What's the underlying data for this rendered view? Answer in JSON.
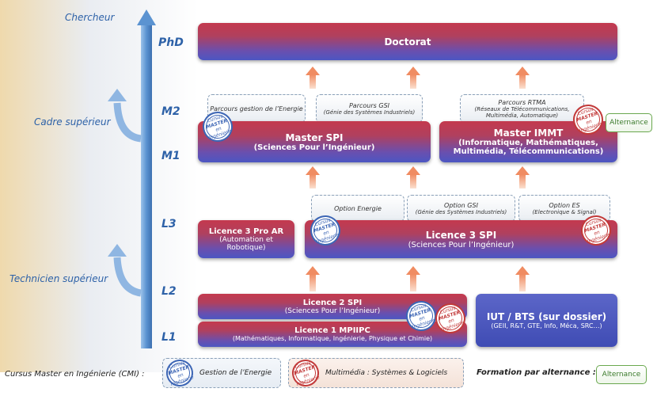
{
  "axis_labels": {
    "chercheur": "Chercheur",
    "cadre": "Cadre supérieur",
    "technicien": "Technicien supérieur"
  },
  "levels": [
    "PhD",
    "M2",
    "M1",
    "L3",
    "L2",
    "L1"
  ],
  "boxes": {
    "doctorat": "Doctorat",
    "master_spi_title": "Master SPI",
    "master_spi_sub": "(Sciences Pour l’Ingénieur)",
    "master_immt_title": "Master IMMT",
    "master_immt_sub1": "(Informatique, Mathématiques,",
    "master_immt_sub2": "Multimédia, Télécommunications)",
    "licence3pro_title": "Licence 3 Pro AR",
    "licence3pro_sub1": "(Automation et",
    "licence3pro_sub2": "Robotique)",
    "licence3spi_title": "Licence 3 SPI",
    "licence3spi_sub": "(Sciences Pour l’Ingénieur)",
    "licence2_title": "Licence 2 SPI",
    "licence2_sub": "(Sciences Pour l’Ingénieur)",
    "licence1_title": "Licence 1 MPIIPC",
    "licence1_sub": "(Mathématiques, Informatique, Ingénierie, Physique et Chimie)",
    "iut_title": "IUT / BTS (sur dossier)",
    "iut_sub": "(GEII, R&T, GTE, Info, Méca, SRC…)"
  },
  "options": {
    "parcours_energie": "Parcours gestion de l’Energie",
    "parcours_gsi_title": "Parcours GSI",
    "parcours_gsi_sub": "(Génie des Systèmes Industriels)",
    "parcours_rtma_title": "Parcours RTMA",
    "parcours_rtma_sub1": "(Réseaux de Télécommunications,",
    "parcours_rtma_sub2": "Multimédia, Automatique)",
    "option_energie": "Option Energie",
    "option_gsi_title": "Option GSI",
    "option_gsi_sub": "(Génie des Systèmes Industriels)",
    "option_es_title": "Option ES",
    "option_es_sub": "(Electronique & Signal)"
  },
  "stamp": {
    "line1": "Cursus",
    "line2": "MASTER",
    "line3": "en",
    "line4": "Ingénierie"
  },
  "alternance": "Alternance",
  "legend": {
    "cmi": "Cursus Master en Ingénierie (CMI) :",
    "energie": "Gestion de l’Energie",
    "multimedia": "Multimédia : Systèmes & Logiciels",
    "formation_alt": "Formation par alternance :",
    "alternance": "Alternance"
  },
  "colors": {
    "box_red": "#c4394e",
    "box_blue": "#4c56c2",
    "axis_blue": "#4a86c8",
    "arrow_orange": "#f0a07a",
    "alt_green": "#6aa84f"
  }
}
